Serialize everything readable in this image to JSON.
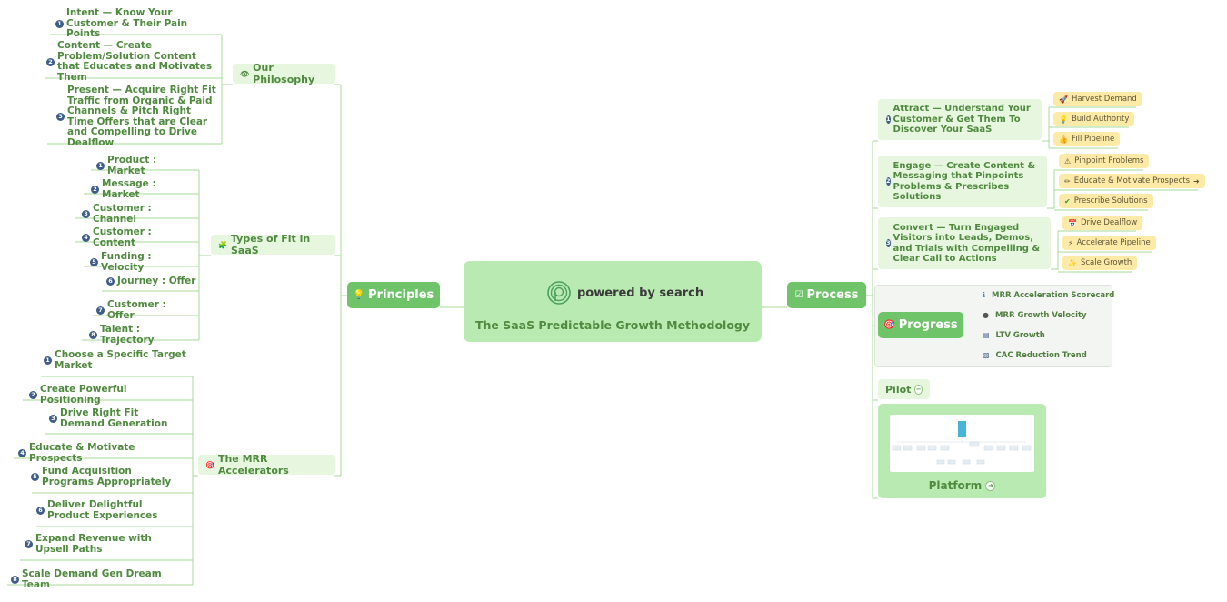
{
  "central": {
    "logo_text": "powered by search",
    "title": "The SaaS Predictable Growth Methodology"
  },
  "principles": {
    "label": "Principles",
    "philosophy": {
      "label": "Our Philosophy",
      "items": [
        {
          "num": "1",
          "text": "Intent — Know Your Customer & Their Pain Points"
        },
        {
          "num": "2",
          "text": "Content — Create Problem/Solution Content that Educates and Motivates Them"
        },
        {
          "num": "3",
          "text": "Present — Acquire Right Fit Traffic from Organic & Paid Channels & Pitch Right Time Offers that are Clear and Compelling to Drive Dealflow"
        }
      ]
    },
    "fit": {
      "label": "Types of Fit in SaaS",
      "items": [
        {
          "num": "1",
          "text": "Product : Market"
        },
        {
          "num": "2",
          "text": "Message : Market"
        },
        {
          "num": "3",
          "text": "Customer : Channel"
        },
        {
          "num": "4",
          "text": "Customer : Content"
        },
        {
          "num": "5",
          "text": "Funding : Velocity"
        },
        {
          "num": "6",
          "text": "Journey : Offer"
        },
        {
          "num": "7",
          "text": "Customer : Offer"
        },
        {
          "num": "8",
          "text": "Talent : Trajectory"
        }
      ]
    },
    "mrr": {
      "label": "The MRR Accelerators",
      "items": [
        {
          "num": "1",
          "text": "Choose a Specific Target Market"
        },
        {
          "num": "2",
          "text": "Create Powerful Positioning"
        },
        {
          "num": "3",
          "text": "Drive Right Fit Demand Generation"
        },
        {
          "num": "4",
          "text": "Educate & Motivate Prospects"
        },
        {
          "num": "5",
          "text": "Fund Acquisition Programs Appropriately"
        },
        {
          "num": "6",
          "text": "Deliver Delightful Product Experiences"
        },
        {
          "num": "7",
          "text": "Expand Revenue with Upsell Paths"
        },
        {
          "num": "8",
          "text": "Scale Demand Gen Dream Team"
        }
      ]
    }
  },
  "process": {
    "label": "Process",
    "stages": [
      {
        "num": "1",
        "text": "Attract — Understand Your Customer & Get Them To Discover Your SaaS",
        "tags": [
          {
            "icon": "🚀",
            "text": "Harvest Demand"
          },
          {
            "icon": "💡",
            "text": "Build Authority"
          },
          {
            "icon": "👍",
            "text": "Fill Pipeline"
          }
        ]
      },
      {
        "num": "2",
        "text": "Engage — Create Content & Messaging that Pinpoints Problems & Prescribes Solutions",
        "tags": [
          {
            "icon": "⚠",
            "text": "Pinpoint Problems"
          },
          {
            "icon": "✏",
            "text": "Educate & Motivate Prospects"
          },
          {
            "icon": "✔",
            "text": "Prescribe Solutions"
          }
        ]
      },
      {
        "num": "3",
        "text": "Convert — Turn Engaged Visitors into Leads, Demos, and Trials with Compelling & Clear Call to Actions",
        "tags": [
          {
            "icon": "📅",
            "text": "Drive Dealflow"
          },
          {
            "icon": "⚡",
            "text": "Accelerate Pipeline"
          },
          {
            "icon": "✨",
            "text": "Scale Growth"
          }
        ]
      }
    ],
    "progress": {
      "label": "Progress",
      "items": [
        {
          "icon": "ℹ",
          "text": "MRR Acceleration Scorecard"
        },
        {
          "icon": "●",
          "text": "MRR Growth Velocity"
        },
        {
          "icon": "▤",
          "text": "LTV Growth"
        },
        {
          "icon": "▧",
          "text": "CAC Reduction Trend"
        }
      ]
    },
    "pilot": {
      "label": "Pilot"
    },
    "platform": {
      "label": "Platform"
    }
  },
  "colors": {
    "node_green": "#6fc46a",
    "central": "#b9eab1",
    "subtopic": "#e7f6df",
    "tag": "#fdeaa6",
    "line": "#9bd58f",
    "number": "#3e5d8a"
  }
}
